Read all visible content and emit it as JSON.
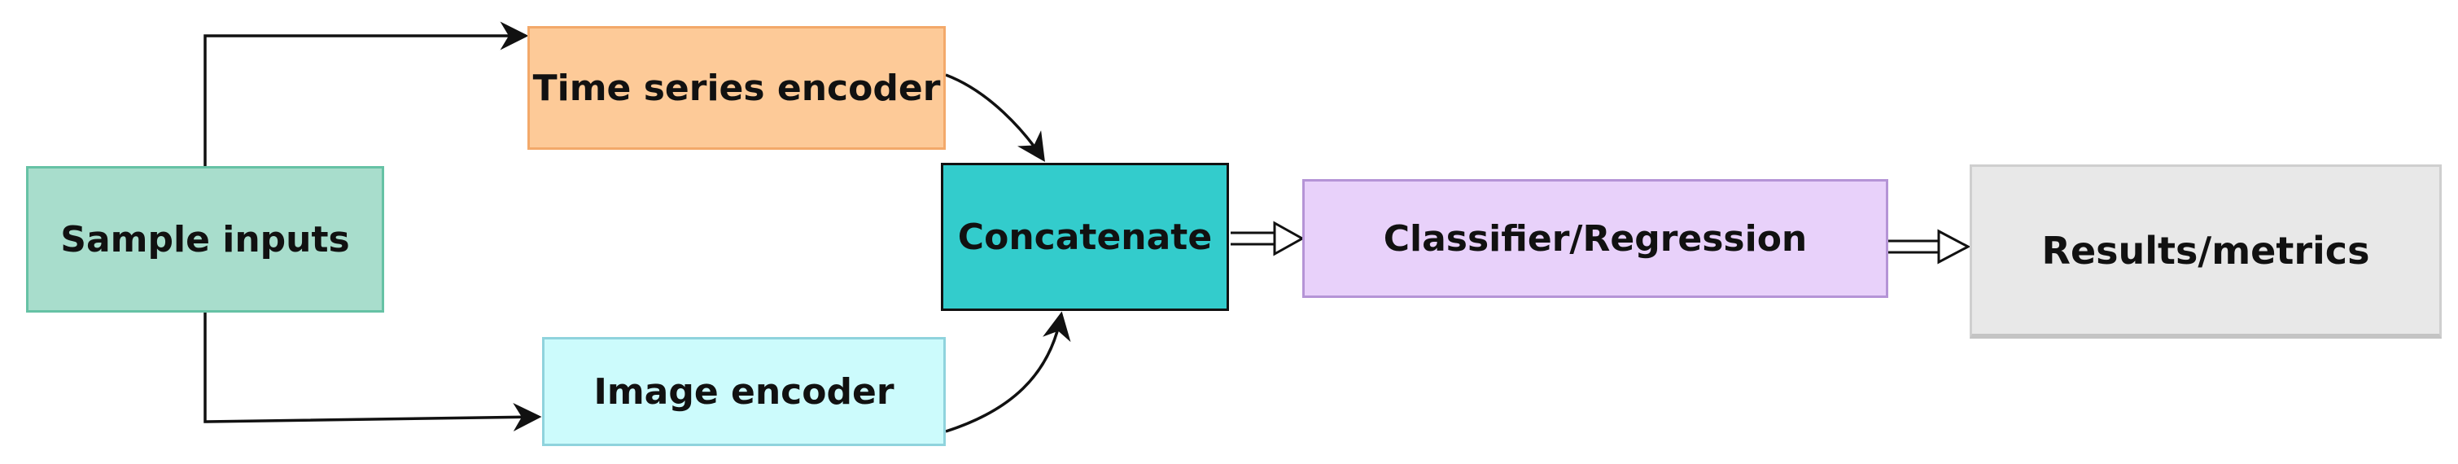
{
  "diagram": {
    "nodes": {
      "sample_inputs": {
        "label": "Sample inputs",
        "fill": "#a8ddcc"
      },
      "time_series_encoder": {
        "label": "Time series encoder",
        "fill": "#fdca98"
      },
      "image_encoder": {
        "label": "Image encoder",
        "fill": "#ccfbfc"
      },
      "concatenate": {
        "label": "Concatenate",
        "fill": "#33cccc"
      },
      "classifier_regression": {
        "label": "Classifier/Regression",
        "fill": "#e8d1fa"
      },
      "results_metrics": {
        "label": "Results/metrics",
        "fill": "#e8e8e8"
      }
    },
    "edges": [
      {
        "from": "sample_inputs",
        "to": "time_series_encoder",
        "style": "solid-elbow"
      },
      {
        "from": "sample_inputs",
        "to": "image_encoder",
        "style": "solid-elbow"
      },
      {
        "from": "time_series_encoder",
        "to": "concatenate",
        "style": "solid-curve"
      },
      {
        "from": "image_encoder",
        "to": "concatenate",
        "style": "solid-curve"
      },
      {
        "from": "concatenate",
        "to": "classifier_regression",
        "style": "hollow-double"
      },
      {
        "from": "classifier_regression",
        "to": "results_metrics",
        "style": "hollow-double"
      }
    ],
    "colors": {
      "line": "#111111"
    }
  }
}
